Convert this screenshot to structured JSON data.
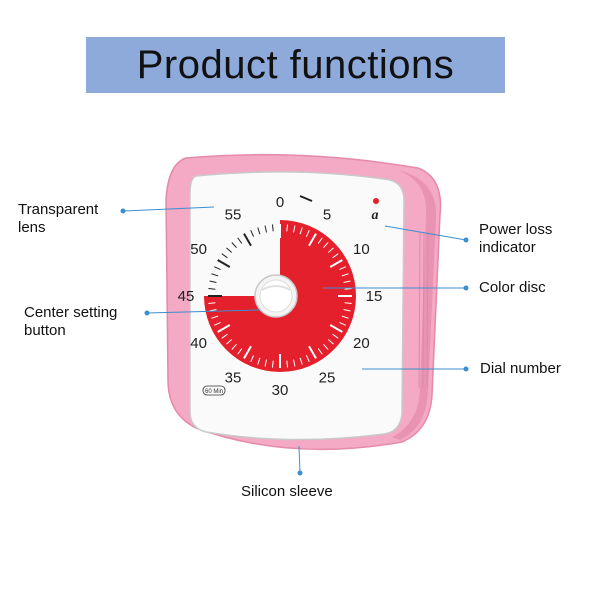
{
  "header": {
    "title": "Product functions"
  },
  "callouts": {
    "transparent_lens": {
      "line1": "Transparent",
      "line2": "lens"
    },
    "center_button": {
      "line1": "Center setting",
      "line2": "button"
    },
    "power_loss": {
      "line1": "Power loss",
      "line2": "indicator"
    },
    "color_disc": {
      "line1": "Color disc"
    },
    "dial_number": {
      "line1": "Dial number"
    },
    "silicon_sleeve": {
      "line1": "Silicon sleeve"
    }
  },
  "dial": {
    "numbers": [
      "0",
      "5",
      "10",
      "15",
      "20",
      "25",
      "30",
      "35",
      "40",
      "45",
      "50",
      "55"
    ],
    "minutes_set": 45,
    "badge": "60 Min",
    "indicator_mark": "a"
  },
  "colors": {
    "banner": "#8eaadb",
    "sleeve": "#f4a9c4",
    "disc": "#e3202c",
    "leader": "#3b8fd0"
  }
}
